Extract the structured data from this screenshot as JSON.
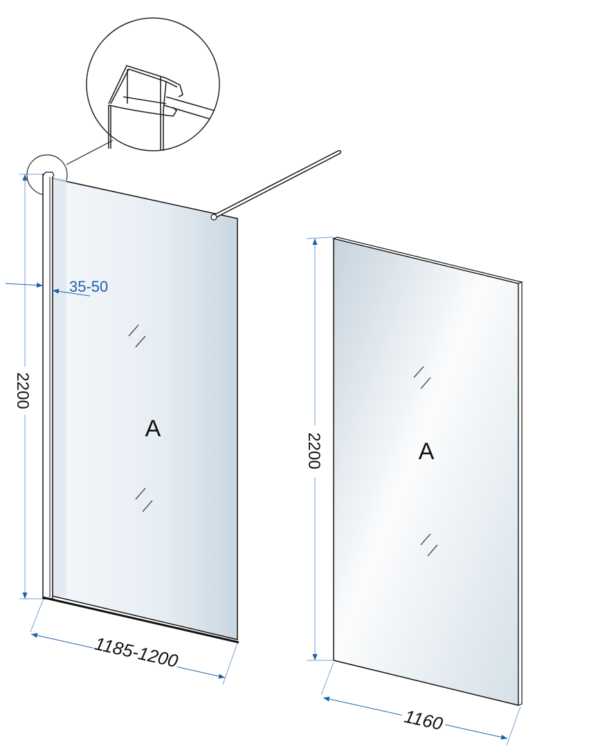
{
  "panel_left": {
    "label": "A",
    "height_dim": "2200",
    "width_dim": "1185-1200",
    "profile_adjust_dim": "35-50"
  },
  "panel_right": {
    "label": "A",
    "height_dim": "2200",
    "width_dim": "1160"
  },
  "colors": {
    "dimension": "#1f5fa8",
    "line": "#111111",
    "glass": "#dbe6ee"
  }
}
